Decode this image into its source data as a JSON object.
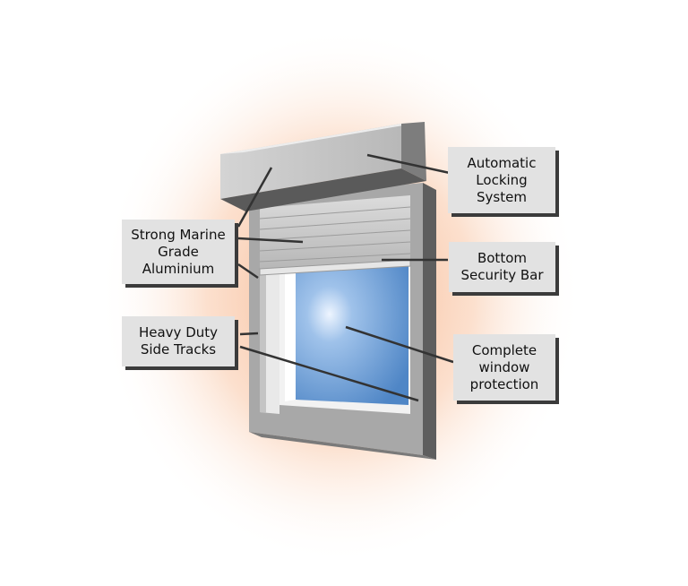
{
  "callouts": [
    {
      "id": "locking",
      "text": "Automatic\nLocking\nSystem"
    },
    {
      "id": "aluminium",
      "text": "Strong Marine\nGrade\nAluminium"
    },
    {
      "id": "security",
      "text": "Bottom\nSecurity Bar"
    },
    {
      "id": "tracks",
      "text": "Heavy Duty\nSide Tracks"
    },
    {
      "id": "protection",
      "text": "Complete\nwindow\nprotection"
    }
  ],
  "colors": {
    "glow": "#f7b48a",
    "frame": "#a9a9a9",
    "glass": "#6f9fd6",
    "label_bg": "#e2e2e2",
    "leader": "#333333"
  }
}
